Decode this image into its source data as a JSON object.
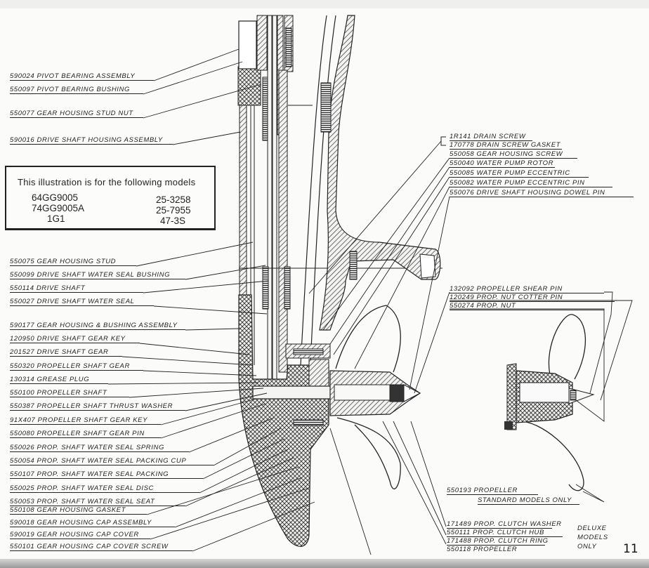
{
  "models_box": {
    "title": "This illustration is for the following models",
    "left_models": [
      "64GG9005",
      "74GG9005A",
      "1G1"
    ],
    "right_models": [
      "25-3258",
      "25-7955",
      "47-3S"
    ]
  },
  "left_labels": [
    "590024 PIVOT BEARING ASSEMBLY",
    "550097 PIVOT BEARING BUSHING",
    "550077 GEAR HOUSING STUD NUT",
    "590016 DRIVE SHAFT HOUSING ASSEMBLY",
    "550075 GEAR HOUSING STUD",
    "550099 DRIVE SHAFT WATER SEAL BUSHING",
    "550114 DRIVE SHAFT",
    "550027 DRIVE SHAFT WATER SEAL",
    "590177 GEAR HOUSING & BUSHING ASSEMBLY",
    "120950 DRIVE SHAFT GEAR KEY",
    "201527 DRIVE SHAFT GEAR",
    "550320 PROPELLER SHAFT GEAR",
    "130314 GREASE PLUG",
    "550100 PROPELLER SHAFT",
    "550387 PROPELLER SHAFT THRUST WASHER",
    "91X407 PROPELLER SHAFT GEAR KEY",
    "550080 PROPELLER SHAFT GEAR PIN",
    "550026 PROP. SHAFT WATER SEAL SPRING",
    "550054 PROP. SHAFT WATER SEAL PACKING CUP",
    "550107 PROP. SHAFT WATER SEAL PACKING",
    "550025 PROP. SHAFT WATER SEAL DISC",
    "550053 PROP. SHAFT WATER SEAL SEAT",
    "550108 GEAR HOUSING GASKET",
    "590018 GEAR HOUSING CAP ASSEMBLY",
    "590019 GEAR HOUSING CAP COVER",
    "550101 GEAR HOUSING CAP COVER SCREW"
  ],
  "right_upper_labels": [
    "1R141 DRAIN SCREW",
    "170778 DRAIN SCREW GASKET",
    "550058 GEAR HOUSING SCREW",
    "550040 WATER PUMP ROTOR",
    "550085 WATER PUMP ECCENTRIC",
    "550082 WATER PUMP ECCENTRIC PIN",
    "550076 DRIVE SHAFT HOUSING DOWEL PIN"
  ],
  "right_mid_labels": [
    "132092 PROPELLER SHEAR PIN",
    "120249 PROP. NUT COTTER PIN",
    "550274 PROP. NUT"
  ],
  "standard_propeller": {
    "label": "550193 PROPELLER",
    "note": "STANDARD MODELS ONLY"
  },
  "deluxe_labels": [
    "171489 PROP. CLUTCH WASHER",
    "550111 PROP. CLUTCH HUB",
    "171488 PROP. CLUTCH RING",
    "550118 PROPELLER"
  ],
  "deluxe_note": [
    "DELUXE",
    "MODELS",
    "ONLY"
  ],
  "page_number": "11"
}
